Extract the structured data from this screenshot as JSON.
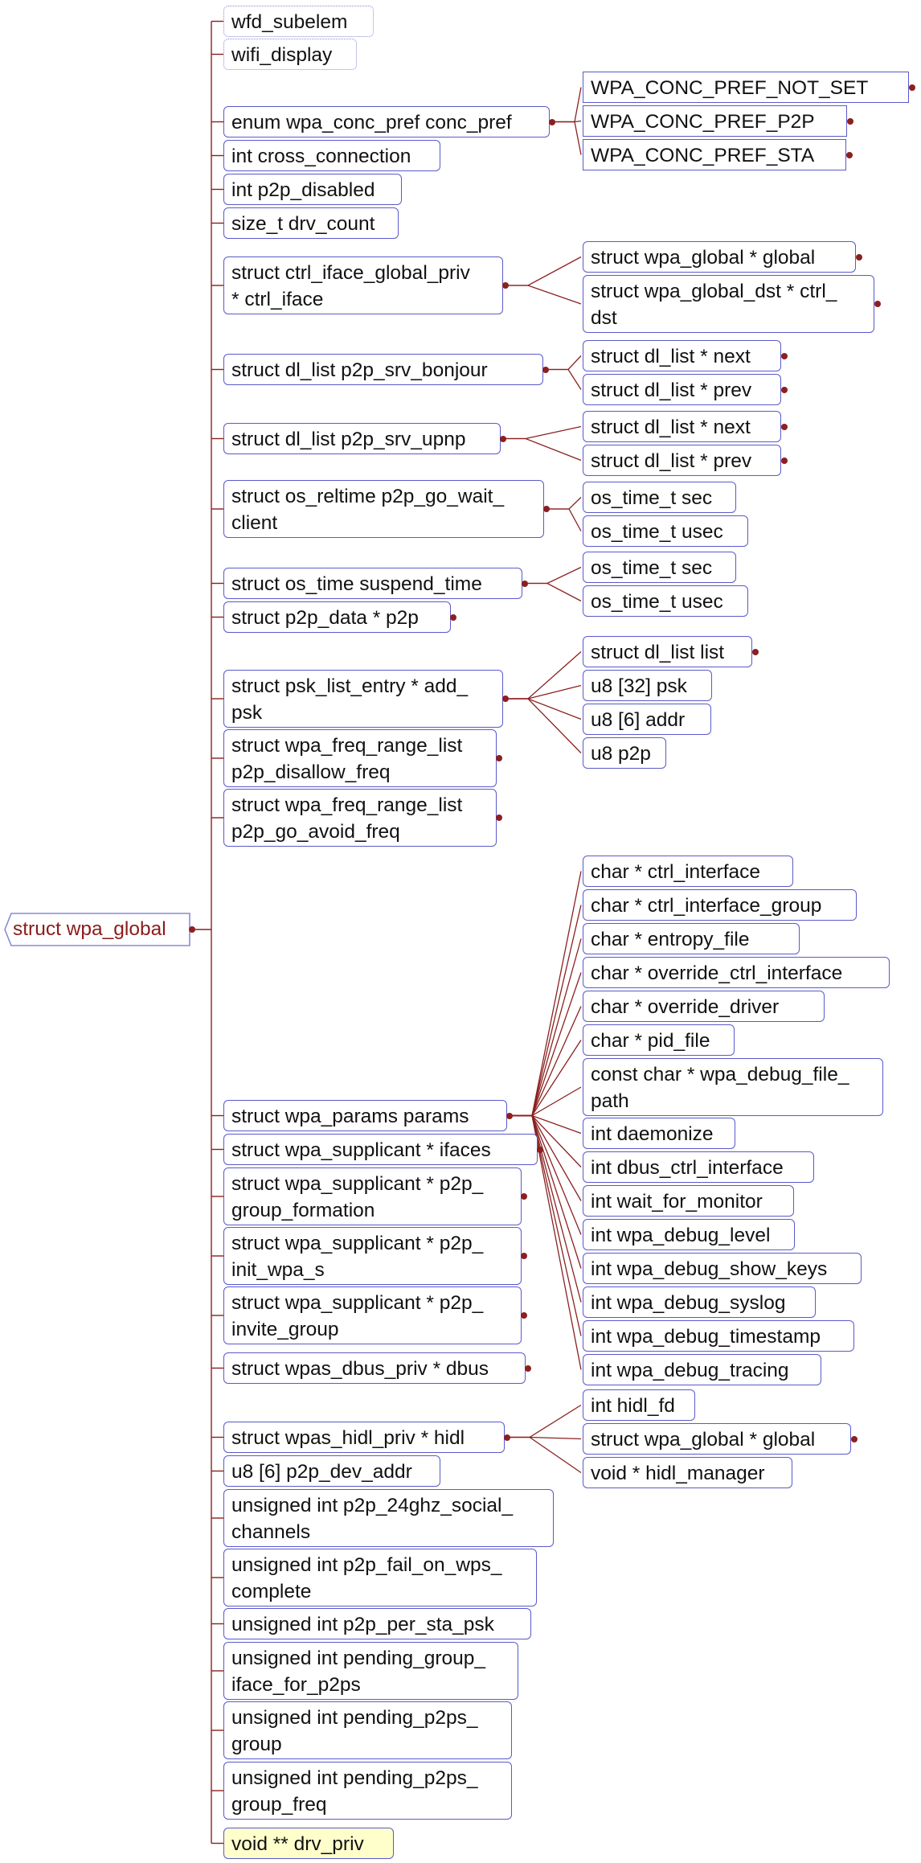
{
  "root": {
    "label": "struct wpa_global"
  },
  "fields": [
    "wfd_subelem",
    "wifi_display",
    "enum wpa_conc_pref conc_pref",
    "int cross_connection",
    "int p2p_disabled",
    "size_t drv_count",
    "struct ctrl_iface_global_priv\n* ctrl_iface",
    "struct dl_list p2p_srv_bonjour",
    "struct dl_list p2p_srv_upnp",
    "struct os_reltime p2p_go_wait_\nclient",
    "struct os_time suspend_time",
    "struct p2p_data * p2p",
    "struct psk_list_entry * add_\npsk",
    "struct wpa_freq_range_list\np2p_disallow_freq",
    "struct wpa_freq_range_list\np2p_go_avoid_freq",
    "struct wpa_params params",
    "struct wpa_supplicant * ifaces",
    "struct wpa_supplicant * p2p_\ngroup_formation",
    "struct wpa_supplicant * p2p_\ninit_wpa_s",
    "struct wpa_supplicant * p2p_\ninvite_group",
    "struct wpas_dbus_priv * dbus",
    "struct wpas_hidl_priv * hidl",
    "u8 [6] p2p_dev_addr",
    "unsigned int p2p_24ghz_social_\nchannels",
    "unsigned int p2p_fail_on_wps_\ncomplete",
    "unsigned int p2p_per_sta_psk",
    "unsigned int pending_group_\niface_for_p2ps",
    "unsigned int pending_p2ps_\ngroup",
    "unsigned int pending_p2ps_\ngroup_freq",
    "void ** drv_priv"
  ],
  "children": {
    "conc_pref": [
      "WPA_CONC_PREF_NOT_SET",
      "WPA_CONC_PREF_P2P",
      "WPA_CONC_PREF_STA"
    ],
    "ctrl_iface": [
      "struct wpa_global * global",
      "struct wpa_global_dst * ctrl_\ndst"
    ],
    "bonjour": [
      "struct dl_list * next",
      "struct dl_list * prev"
    ],
    "upnp": [
      "struct dl_list * next",
      "struct dl_list * prev"
    ],
    "go_wait": [
      "os_time_t sec",
      "os_time_t usec"
    ],
    "suspend": [
      "os_time_t sec",
      "os_time_t usec"
    ],
    "add_psk": [
      "struct dl_list list",
      "u8 [32] psk",
      "u8 [6] addr",
      "u8 p2p"
    ],
    "params": [
      "char * ctrl_interface",
      "char * ctrl_interface_group",
      "char * entropy_file",
      "char * override_ctrl_interface",
      "char * override_driver",
      "char * pid_file",
      "const char * wpa_debug_file_\npath",
      "int daemonize",
      "int dbus_ctrl_interface",
      "int wait_for_monitor",
      "int wpa_debug_level",
      "int wpa_debug_show_keys",
      "int wpa_debug_syslog",
      "int wpa_debug_timestamp",
      "int wpa_debug_tracing"
    ],
    "hidl": [
      "int hidl_fd",
      "struct wpa_global * global",
      "void * hidl_manager"
    ]
  },
  "colors": {
    "edge": "#8b2020",
    "border": "#5a5acb",
    "root_text": "#8b1c1c",
    "highlight": "#ffffcc"
  }
}
